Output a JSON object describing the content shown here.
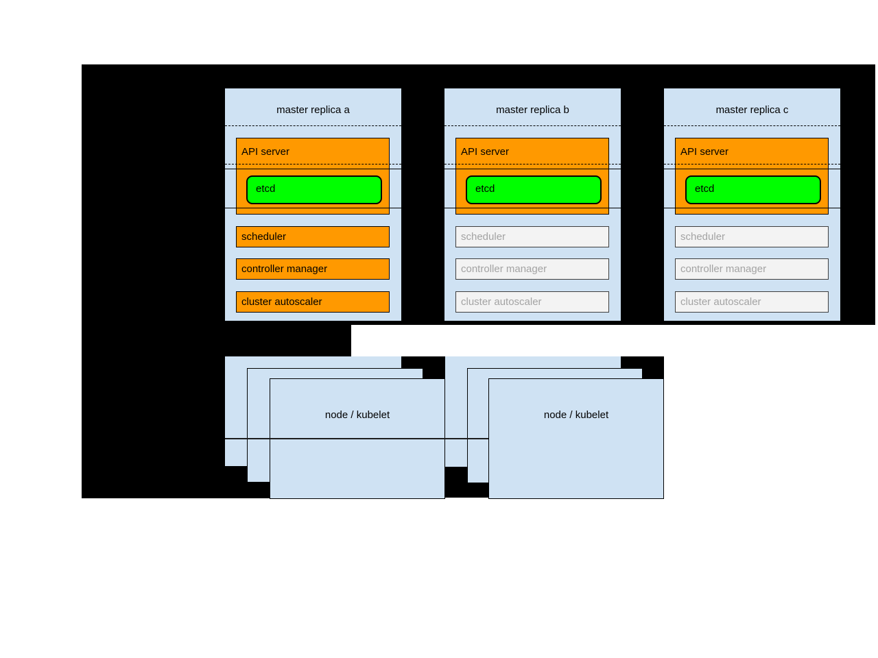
{
  "masters": [
    {
      "title": "master replica a",
      "api_server": "API server",
      "etcd": "etcd",
      "components": [
        "scheduler",
        "controller manager",
        "cluster autoscaler"
      ]
    },
    {
      "title": "master replica b",
      "api_server": "API server",
      "etcd": "etcd",
      "components": [
        "scheduler",
        "controller manager",
        "cluster autoscaler"
      ]
    },
    {
      "title": "master replica c",
      "api_server": "API server",
      "etcd": "etcd",
      "components": [
        "scheduler",
        "controller manager",
        "cluster autoscaler"
      ]
    }
  ],
  "nodes": [
    {
      "label": "node / kubelet"
    },
    {
      "label": "node / kubelet"
    }
  ],
  "colors": {
    "canvas": "#000000",
    "panel_blue": "#cfe2f3",
    "active_orange": "#ff9900",
    "etcd_green": "#00ff00",
    "standby_fill": "#f3f3f3",
    "standby_text": "#a3a3a3"
  }
}
